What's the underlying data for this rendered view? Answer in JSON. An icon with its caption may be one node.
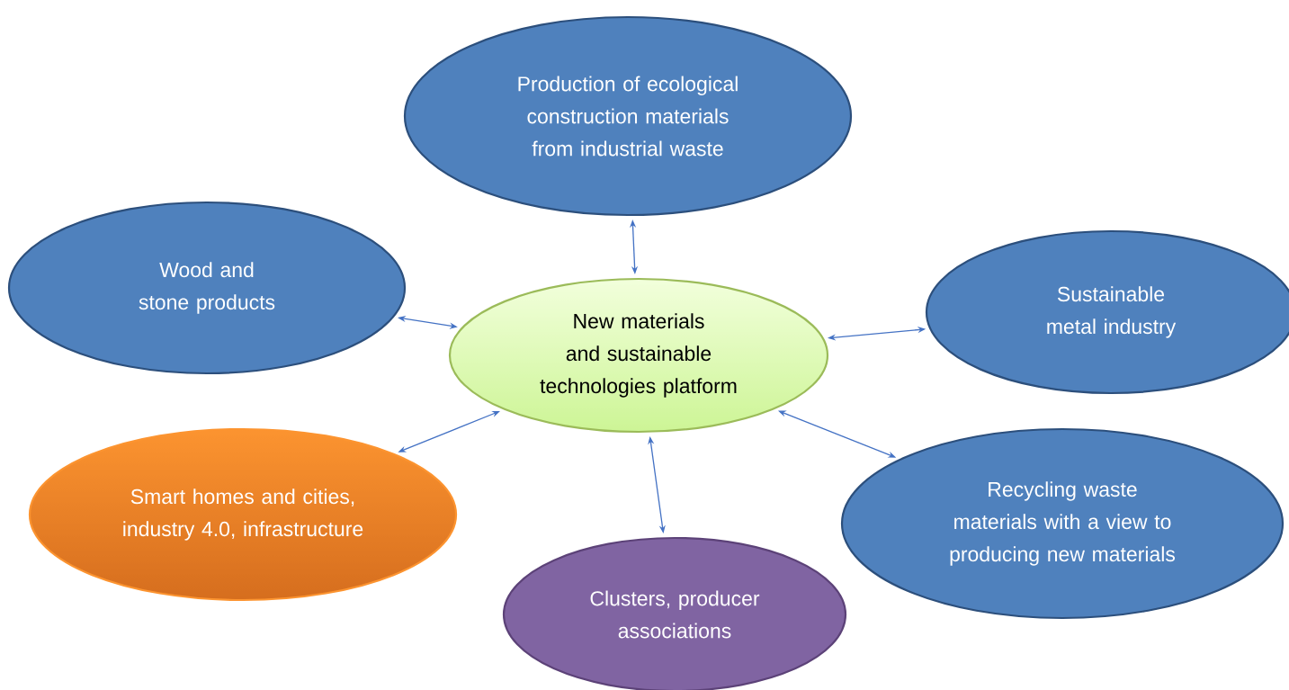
{
  "diagram": {
    "nodes": [
      {
        "text": [
          "Production of ecological construction materials from industrial waste"
        ]
      },
      {
        "text": [
          "Wood and stone products"
        ]
      },
      {
        "text": [
          "New materials and sustainable technologies platform"
        ]
      },
      {
        "text": [
          "Sustainable metal industry"
        ]
      },
      {
        "text": [
          "Smart homes and cities, industry 4.0, infrastructure"
        ]
      },
      {
        "text": [
          "Recycling waste materials with a view to producing new materials"
        ]
      },
      {
        "text": [
          "Clusters, producer associations"
        ]
      }
    ],
    "edges": [
      {
        "from": 2,
        "to": 0,
        "arrow": "both"
      },
      {
        "from": 2,
        "to": 1,
        "arrow": "both"
      },
      {
        "from": 2,
        "to": 3,
        "arrow": "both"
      },
      {
        "from": 2,
        "to": 4,
        "arrow": "both"
      },
      {
        "from": 2,
        "to": 5,
        "arrow": "both"
      },
      {
        "from": 2,
        "to": 6,
        "arrow": "both"
      }
    ]
  }
}
